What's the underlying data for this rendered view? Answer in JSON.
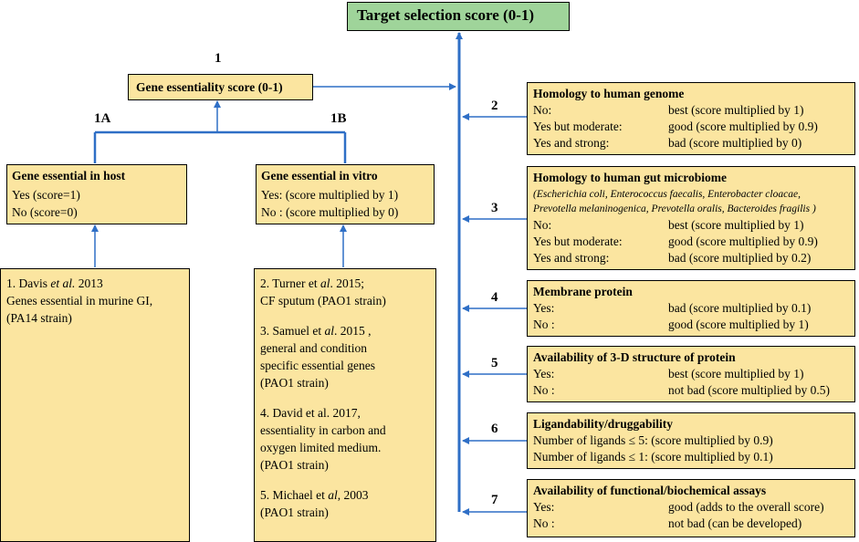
{
  "target": {
    "title": "Target selection score (0-1)"
  },
  "labels": {
    "n1": "1",
    "n1a": "1A",
    "n1b": "1B",
    "n2": "2",
    "n3": "3",
    "n4": "4",
    "n5": "5",
    "n6": "6",
    "n7": "7"
  },
  "gene_essentiality": {
    "title": "Gene essentiality score (0-1)"
  },
  "host": {
    "title": "Gene essential in host",
    "yes": "Yes (score=1)",
    "no": "No  (score=0)"
  },
  "vitro": {
    "title": "Gene essential in vitro",
    "yes": "Yes: (score multiplied by 1)",
    "no": "No : (score multiplied by 0)"
  },
  "ref_host": {
    "l1a": "1. Davis ",
    "l1b": "et al.",
    "l1c": " 2013",
    "l2": "Genes essential in murine GI,",
    "l3": "(PA14 strain)"
  },
  "ref_vitro": {
    "r2a": "2. Turner et ",
    "r2b": "al",
    "r2c": ". 2015;",
    "r2d": "CF sputum (PAO1 strain)",
    "r3a": "3. Samuel et ",
    "r3b": "al",
    "r3c": ". 2015 ,",
    "r3d": " general and condition",
    "r3e": "specific essential genes",
    "r3f": "(PAO1 strain)",
    "r4a": "4. David et al",
    "r4b": ". 2017,",
    "r4c": " essentiality in carbon and",
    "r4d": " oxygen limited medium.",
    "r4e": "(PAO1 strain)",
    "r5a": "5. Michael et ",
    "r5b": "al",
    "r5c": ", 2003",
    "r5d": "(PAO1 strain)"
  },
  "criteria": {
    "c2": {
      "title": "Homology to human genome",
      "rows": [
        [
          "No:",
          "best (score multiplied by 1)"
        ],
        [
          "Yes but moderate:",
          "good (score multiplied by 0.9)"
        ],
        [
          "Yes and strong:",
          " bad (score multiplied by 0)"
        ]
      ]
    },
    "c3": {
      "title": "Homology to human gut microbiome",
      "sub1": "(Escherichia coli, Enterococcus faecalis, Enterobacter cloacae,",
      "sub2": "Prevotella melaninogenica, Prevotella oralis, Bacteroides fragilis )",
      "rows": [
        [
          "No:",
          "best (score multiplied by 1)"
        ],
        [
          "Yes but moderate:",
          "good (score multiplied by 0.9)"
        ],
        [
          "Yes and strong:",
          " bad (score multiplied by 0.2)"
        ]
      ]
    },
    "c4": {
      "title": "Membrane protein",
      "rows": [
        [
          "Yes:",
          "bad (score multiplied by 0.1)"
        ],
        [
          "No :",
          "good (score multiplied by 1)"
        ]
      ]
    },
    "c5": {
      "title": "Availability of 3-D structure of protein",
      "rows": [
        [
          "Yes:",
          "best (score multiplied by 1)"
        ],
        [
          "No :",
          "not bad (score multiplied by 0.5)"
        ]
      ]
    },
    "c6": {
      "title": "Ligandability/druggability",
      "rows": [
        "Number of ligands ≤ 5: (score multiplied by 0.9)",
        "Number of ligands ≤ 1: (score multiplied by 0.1)"
      ]
    },
    "c7": {
      "title": "Availability of functional/biochemical assays",
      "rows": [
        [
          "Yes:",
          "good (adds to the overall score)"
        ],
        [
          "No :",
          "not bad (can be developed)"
        ]
      ]
    }
  },
  "colors": {
    "box_fill": "#fbe5a0",
    "title_fill": "#9fd49a",
    "arrow": "#2f6fc6"
  }
}
